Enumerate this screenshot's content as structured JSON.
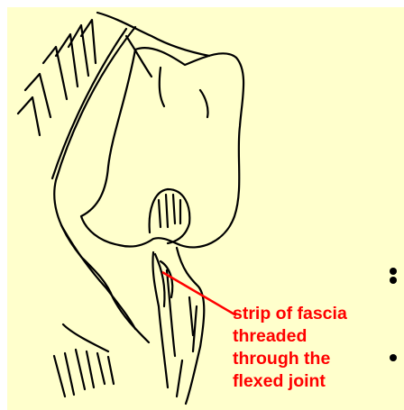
{
  "colors": {
    "panel_background": "#ffffcc",
    "page_background": "#ffffff",
    "label_color": "#ff0000",
    "leader_line": "#ff0000",
    "ink": "#000000"
  },
  "illustration": {
    "subject": "sketch of a flexed joint with a strip of fascia threaded through it"
  },
  "callout": {
    "lines": [
      "strip of fascia",
      "threaded",
      "through the",
      "flexed joint"
    ]
  },
  "bullets": {
    "count": 3
  }
}
